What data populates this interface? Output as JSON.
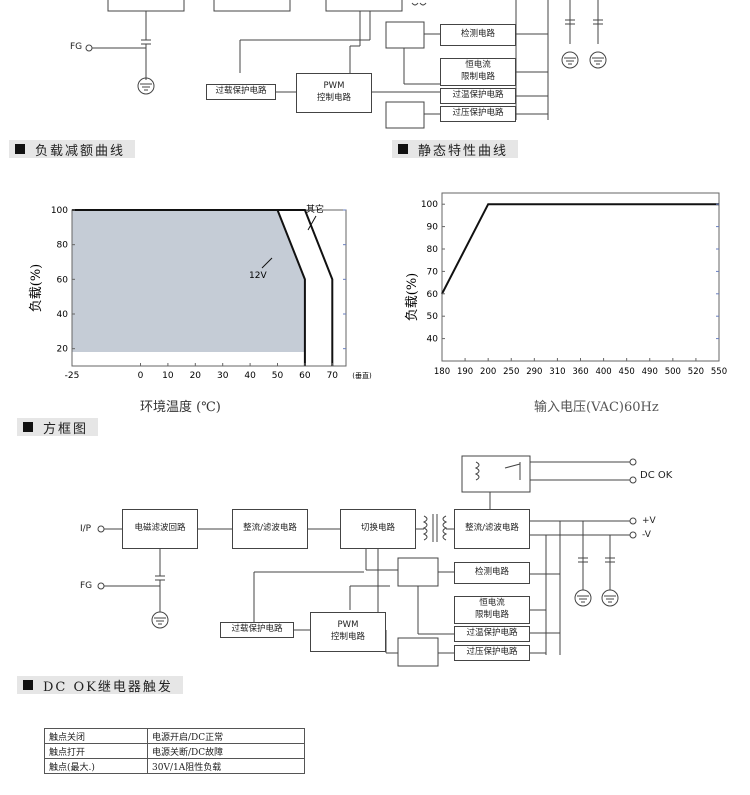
{
  "headers": {
    "derating": "负载减额曲线",
    "static": "静态特性曲线",
    "block": "方框图",
    "dcok": "DC OK继电器触发"
  },
  "top_diagram": {
    "fg_label": "FG",
    "detect": "检测电路",
    "cc_limit": "恒电流\n限制电路",
    "otp": "过温保护电路",
    "ovp": "过压保护电路",
    "olp": "过载保护电路",
    "pwm": "PWM\n控制电路"
  },
  "block_diagram": {
    "ip_label": "I/P",
    "fg_label": "FG",
    "emi": "电磁滤波回路",
    "rect1": "整流/滤波电路",
    "switch": "切换电路",
    "rect2": "整流/滤波电路",
    "detect": "检测电路",
    "cc_limit": "恒电流\n限制电路",
    "otp": "过温保护电路",
    "ovp": "过压保护电路",
    "olp": "过载保护电路",
    "pwm": "PWM\n控制电路",
    "dcok_label": "DC OK",
    "vplus": "+V",
    "vminus": "-V"
  },
  "chart_data": [
    {
      "type": "line",
      "title": "",
      "xlabel": "环境温度 (℃)",
      "ylabel": "负载(%)",
      "x_unit_label": "(垂直)",
      "xlim": [
        -25,
        75
      ],
      "ylim": [
        10,
        100
      ],
      "x_ticks": [
        -25,
        0,
        10,
        20,
        30,
        40,
        50,
        60,
        70
      ],
      "y_ticks": [
        20,
        40,
        60,
        80,
        100
      ],
      "series": [
        {
          "name": "12V",
          "x": [
            -25,
            50,
            60,
            60
          ],
          "y": [
            100,
            100,
            60,
            0
          ],
          "filled": true
        },
        {
          "name": "其它",
          "x": [
            -25,
            60,
            70,
            70
          ],
          "y": [
            100,
            100,
            60,
            0
          ],
          "filled": false
        }
      ],
      "colors": {
        "fill": "#c5ccd6",
        "line": "#111111"
      }
    },
    {
      "type": "line",
      "title": "",
      "xlabel": "输入电压(VAC)60Hz",
      "ylabel": "负载(%)",
      "xlim": [
        180,
        550
      ],
      "ylim": [
        30,
        105
      ],
      "x_ticks": [
        180,
        190,
        200,
        250,
        290,
        310,
        360,
        400,
        450,
        490,
        500,
        520,
        550
      ],
      "y_ticks": [
        40,
        50,
        60,
        70,
        80,
        90,
        100
      ],
      "series": [
        {
          "x": [
            180,
            200,
            550
          ],
          "y": [
            60,
            100,
            100
          ]
        }
      ]
    }
  ],
  "dc_ok_table": {
    "rows": [
      [
        "触点关闭",
        "电源开启/DC正常"
      ],
      [
        "触点打开",
        "电源关断/DC故障"
      ],
      [
        "触点(最大.)",
        "30V/1A阻性负载"
      ]
    ]
  }
}
